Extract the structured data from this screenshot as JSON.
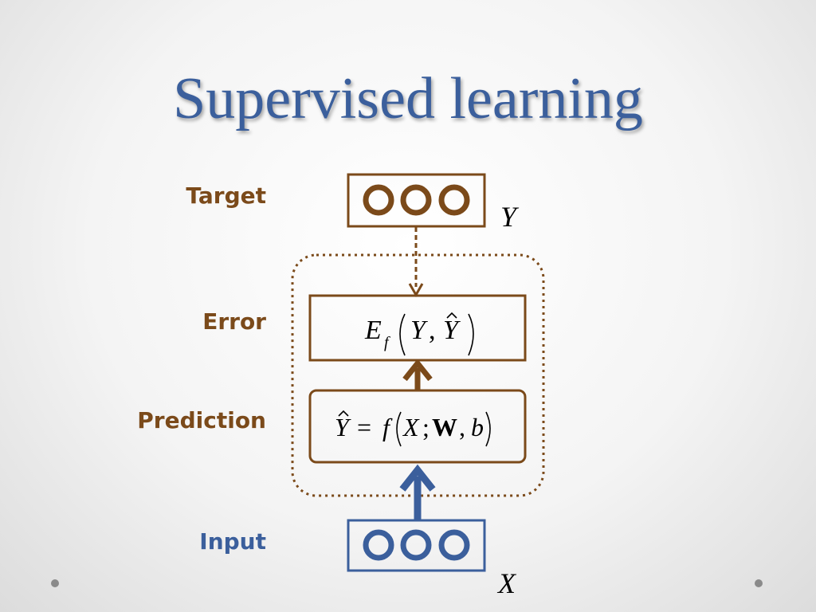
{
  "slide": {
    "title": "Supervised learning",
    "labels": {
      "target": "Target",
      "error": "Error",
      "prediction": "Prediction",
      "input": "Input"
    },
    "variables": {
      "target_var": "Y",
      "input_var": "X"
    },
    "formulas": {
      "error_E": "E",
      "error_sub": "f",
      "error_args_Y": "Y",
      "error_args_comma": ",",
      "error_args_Yhat": "Y",
      "prediction_Yhat": "Y",
      "prediction_eq": "=",
      "prediction_f": "f",
      "prediction_X": "X",
      "prediction_semicolon": ";",
      "prediction_W": "W",
      "prediction_comma": ",",
      "prediction_b": "b"
    },
    "colors": {
      "title": "#3b5f9c",
      "brown": "#7b4a1a",
      "blue": "#3b5f9c"
    }
  }
}
